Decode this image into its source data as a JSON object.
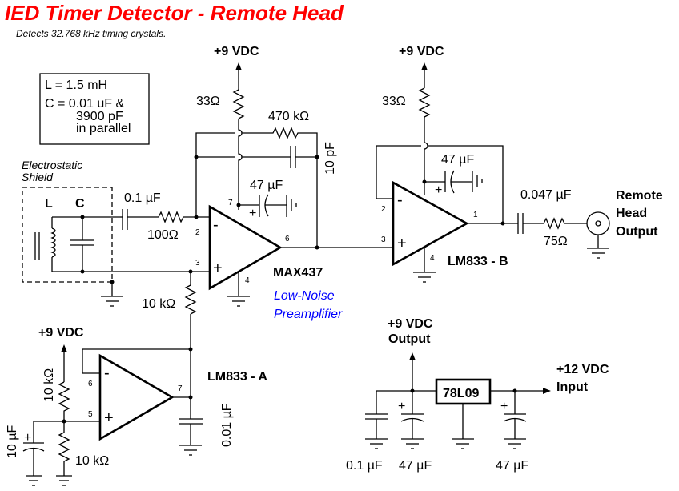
{
  "title": "IED Timer Detector - Remote Head",
  "subtitle": "Detects 32.768 kHz timing crystals.",
  "spec_box": {
    "line1": "L = 1.5 mH",
    "line2": "C = 0.01 uF &",
    "line3": "3900 pF",
    "line4": "in parallel"
  },
  "shield": {
    "label_line1": "Electrostatic",
    "label_line2": "Shield",
    "L": "L",
    "C": "C"
  },
  "supply_labels": {
    "preamp": "+9 VDC",
    "buffer": "+9 VDC",
    "bias": "+9 VDC"
  },
  "components": {
    "c_in": "0.1 µF",
    "r_in": "100Ω",
    "r_bias": "10 kΩ",
    "r_supply1": "33Ω",
    "r_fb": "470 kΩ",
    "c_fb": "10 pF",
    "c_dec1": "47 µF",
    "r_supply2": "33Ω",
    "c_dec2": "47 µF",
    "c_out": "0.047 µF",
    "r_out": "75Ω",
    "r_div_top": "10 kΩ",
    "r_div_bot": "10 kΩ",
    "c_div": "10 µF",
    "c_ref": "0.01 µF"
  },
  "opamps": {
    "preamp": {
      "name": "MAX437",
      "desc_line1": "Low-Noise",
      "desc_line2": "Preamplifier",
      "pins": {
        "inv": "2",
        "noninv": "3",
        "out": "6",
        "vplus": "7",
        "gnd": "4"
      },
      "minus": "-",
      "plus": "+"
    },
    "buffer": {
      "name": "LM833 - B",
      "pins": {
        "inv": "2",
        "noninv": "3",
        "out": "1",
        "gnd": "4"
      },
      "minus": "-",
      "plus": "+"
    },
    "bias": {
      "name": "LM833 - A",
      "pins": {
        "inv": "6",
        "noninv": "5",
        "out": "7"
      },
      "minus": "-",
      "plus": "+"
    }
  },
  "output": {
    "line1": "Remote",
    "line2": "Head",
    "line3": "Output"
  },
  "regulator": {
    "name": "78L09",
    "out_line1": "+9 VDC",
    "out_line2": "Output",
    "in_line1": "+12 VDC",
    "in_line2": "Input",
    "c1": "0.1 µF",
    "c2": "47 µF",
    "c3": "47 µF"
  },
  "polarity": {
    "plus": "+",
    "minus": "-"
  }
}
